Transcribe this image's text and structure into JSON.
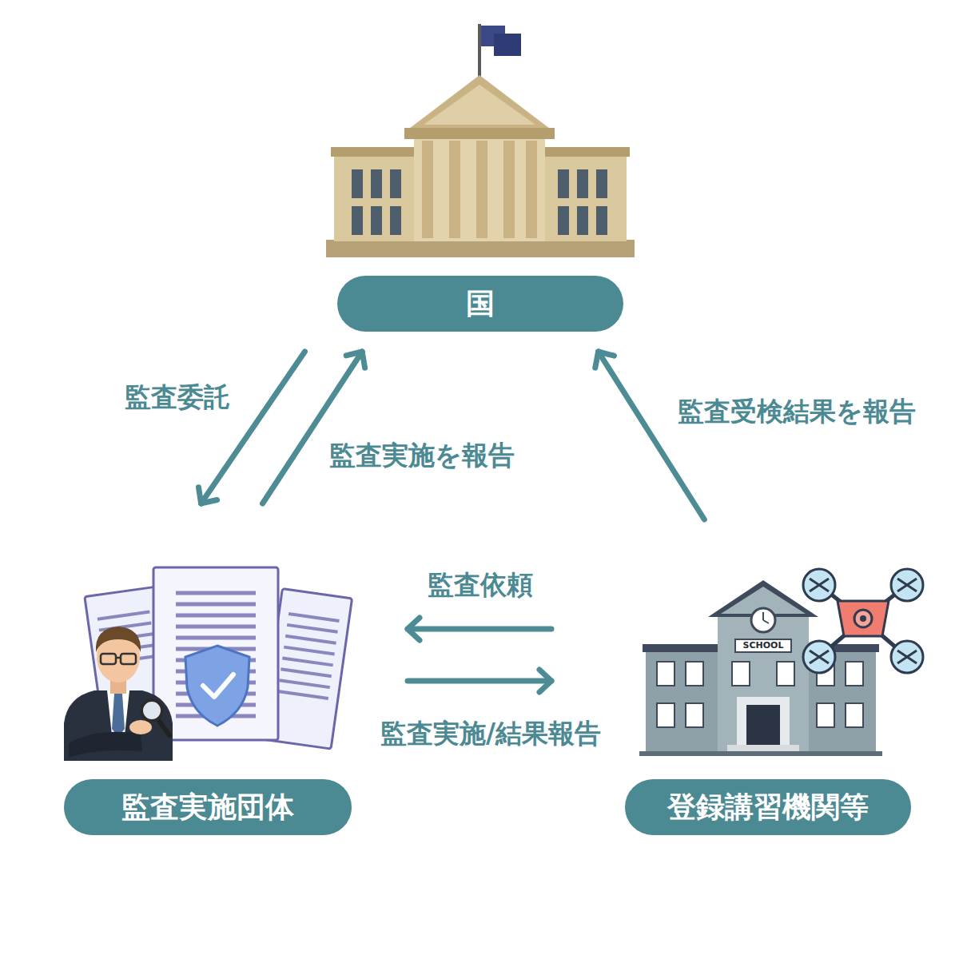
{
  "diagram": {
    "nodes": [
      {
        "text": [
          "国"
        ]
      },
      {
        "text": [
          "監査実施団体"
        ]
      },
      {
        "text": [
          "登録講習機関等"
        ]
      }
    ],
    "edges": [
      {
        "from": 0,
        "to": 1,
        "label": "監査委託",
        "arrow": "to"
      },
      {
        "from": 1,
        "to": 0,
        "label": "監査実施を報告",
        "arrow": "to"
      },
      {
        "from": 2,
        "to": 0,
        "label": "監査受検結果を報告",
        "arrow": "to"
      },
      {
        "from": 2,
        "to": 1,
        "label": "監査依頼",
        "arrow": "to"
      },
      {
        "from": 1,
        "to": 2,
        "label": "監査実施/結果報告",
        "arrow": "to"
      }
    ],
    "labels": [
      "SCHOOL"
    ]
  }
}
